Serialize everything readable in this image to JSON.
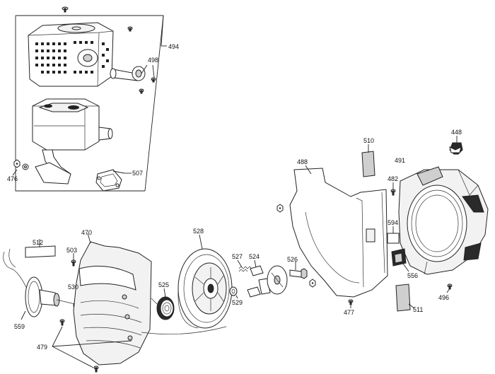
{
  "callouts": {
    "c494": "494",
    "c498": "498",
    "c476": "476",
    "c507": "507",
    "c448": "448",
    "c510": "510",
    "c488": "488",
    "c491": "491",
    "c482": "482",
    "c594": "594",
    "c556": "556",
    "c496": "496",
    "c511": "511",
    "c477": "477",
    "c526": "526",
    "c527": "527",
    "c524": "524",
    "c529": "529",
    "c528": "528",
    "c525": "525",
    "c470": "470",
    "c503": "503",
    "c512": "512",
    "c530": "530",
    "c559": "559",
    "c479": "479"
  }
}
